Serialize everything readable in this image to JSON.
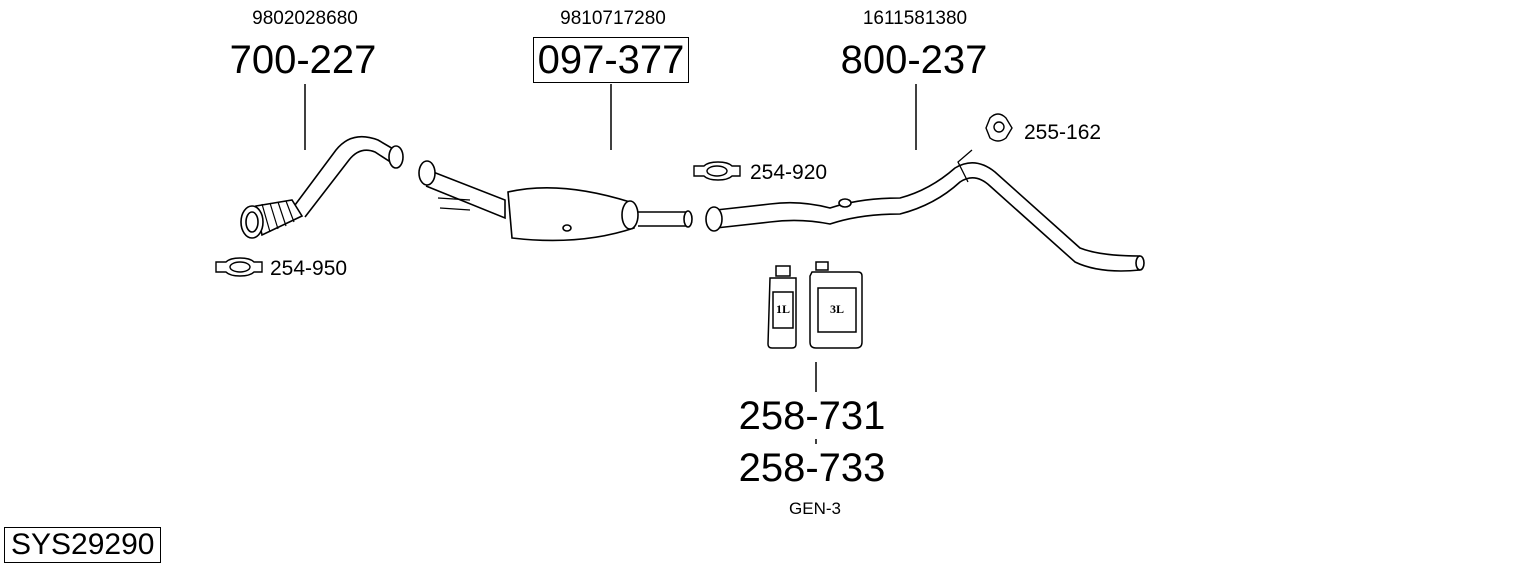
{
  "oem_numbers": {
    "front_pipe": "9802028680",
    "dpf": "9810717280",
    "rear_pipe": "1611581380"
  },
  "part_numbers": {
    "front_pipe": "700-227",
    "dpf": "097-377",
    "rear_pipe": "800-237",
    "additive_1l": "258-731",
    "additive_3l": "258-733"
  },
  "accessories": {
    "clamp_front": "254-950",
    "clamp_mid": "254-920",
    "rubber_mount": "255-162"
  },
  "containers": {
    "small_label": "1L",
    "large_label": "3L",
    "generation": "GEN-3"
  },
  "system_id": "SYS29290"
}
